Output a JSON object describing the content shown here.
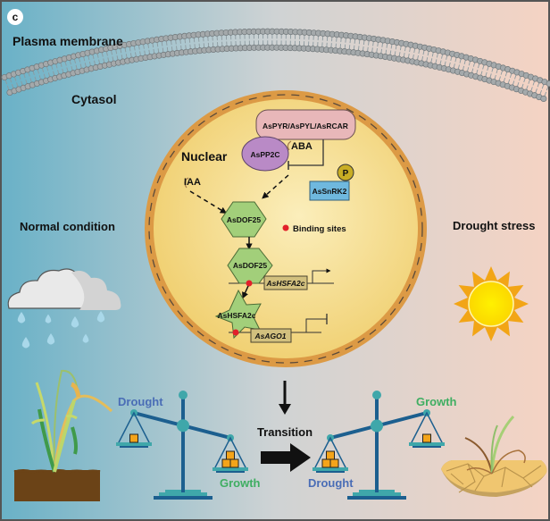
{
  "panel_label": "c",
  "labels": {
    "plasma_membrane": "Plasma membrane",
    "cytosol": "Cytasol",
    "nuclear": "Nuclear",
    "normal_condition": "Normal condition",
    "drought_stress": "Drought stress",
    "binding_sites": "Binding sites",
    "transition": "Transition"
  },
  "molecules": {
    "receptor": "AsPYR/AsPYL/AsRCAR",
    "phosphatase": "AsPP2C",
    "aba": "ABA",
    "iaa": "IAA",
    "kinase": "AsSnRK2",
    "phosphate": "P",
    "tf_1": "AsDOF25",
    "tf_2": "AsDOF25",
    "gene_hsfa2c": "AsHSFA2c",
    "tf_hsfa2c": "AsHSFA2c",
    "gene_ago1": "AsAGO1"
  },
  "balance_left": {
    "heavy_side": "Drought",
    "light_side": "Growth",
    "heavy_blocks": 1,
    "light_blocks": 3
  },
  "balance_right": {
    "left_side": "Drought",
    "right_side": "Growth",
    "left_blocks": 3,
    "right_blocks": 1
  },
  "colors": {
    "bg_left": "#6fb3c8",
    "bg_right": "#f5d5c6",
    "nucleus_fill": "#f3d77e",
    "nucleus_border": "#dc9a45",
    "receptor_fill": "#e8b7b9",
    "pp2c_fill": "#b98ac6",
    "kinase_fill": "#6fb8de",
    "phosphate_fill": "#c8ad24",
    "dof_fill": "#a2cf7a",
    "gene_fill": "#d2c07e",
    "binding_dot": "#e2202a",
    "drought_text": "#4a6db6",
    "growth_text": "#3fae62",
    "balance_color": "#1c5f8f",
    "balance_teal": "#3fa7aa",
    "block_fill": "#f4a41a"
  }
}
